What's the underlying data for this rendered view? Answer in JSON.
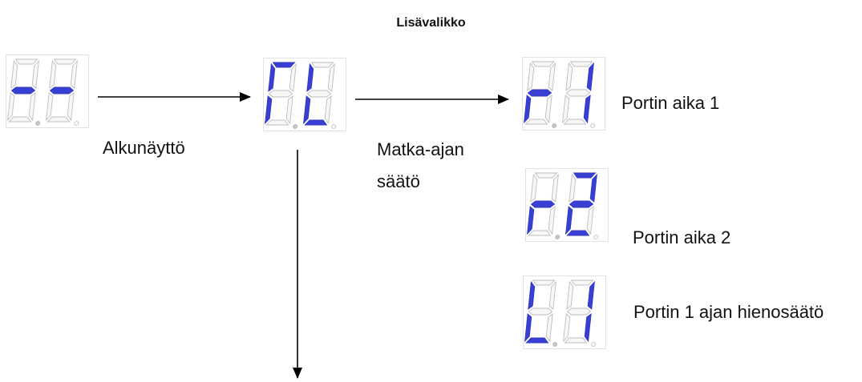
{
  "title": "Lisävalikko",
  "colors": {
    "segment_on": "#3a3fd3",
    "segment_off": "#f7f7f7",
    "outline": "#bdbdbd"
  },
  "displays": [
    {
      "id": "start",
      "digits": [
        [
          "g"
        ],
        [
          "g"
        ]
      ]
    },
    {
      "id": "cl",
      "digits": [
        [
          "a",
          "e",
          "f"
        ],
        [
          "d",
          "e",
          "f"
        ]
      ]
    },
    {
      "id": "r1",
      "digits": [
        [
          "e",
          "g"
        ],
        [
          "b",
          "c"
        ]
      ]
    },
    {
      "id": "r2",
      "digits": [
        [
          "e",
          "g"
        ],
        [
          "a",
          "b",
          "d",
          "e",
          "g"
        ]
      ]
    },
    {
      "id": "l1",
      "digits": [
        [
          "d",
          "e",
          "f"
        ],
        [
          "b",
          "c"
        ]
      ]
    }
  ],
  "labels": {
    "start": "Alkunäyttö",
    "travel_line1": "Matka-ajan",
    "travel_line2": "säätö",
    "gate1": "Portin aika 1",
    "gate2": "Portin aika 2",
    "gate1_fine": "Portin 1 ajan hienosäätö"
  }
}
